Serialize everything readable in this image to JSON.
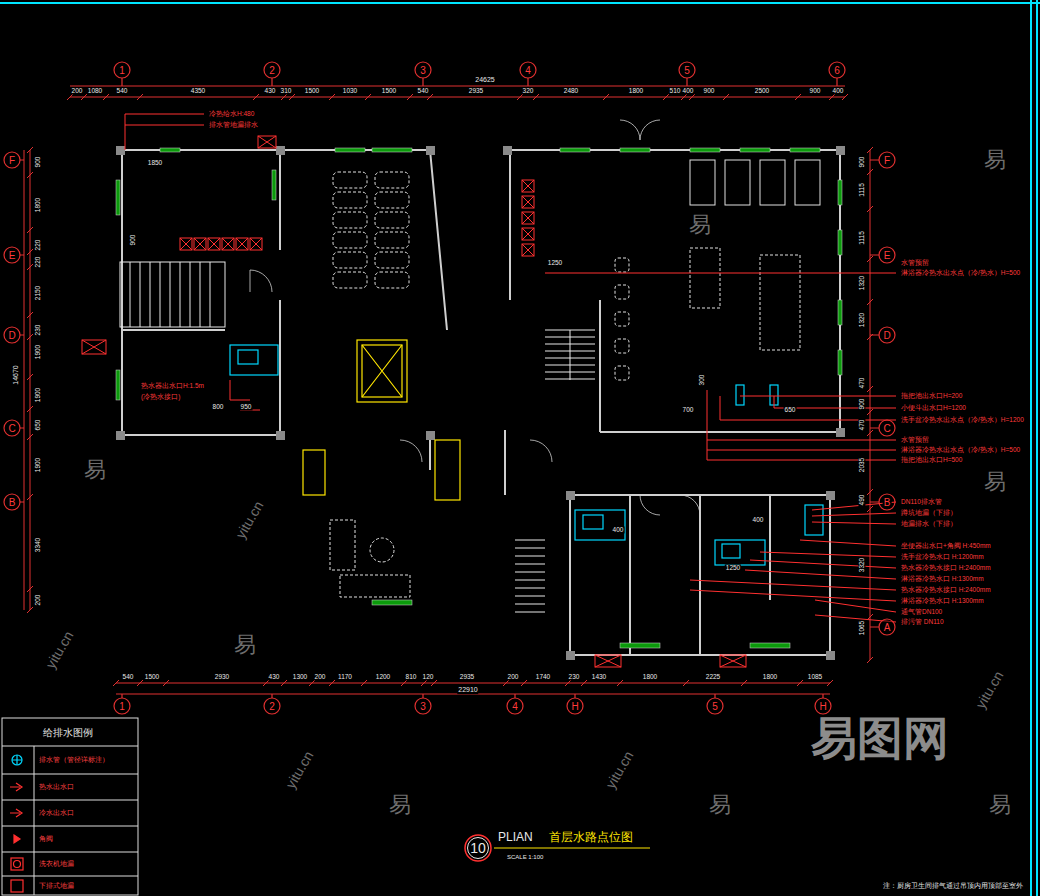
{
  "diagram": {
    "title": "首层水路点位图",
    "nodes": [
      {
        "text": [
          "10"
        ]
      }
    ],
    "labels": [
      "1",
      "2",
      "3",
      "4",
      "5",
      "6",
      "1",
      "2",
      "3",
      "4",
      "H",
      "5",
      "H",
      "F",
      "E",
      "D",
      "C",
      "B",
      "F",
      "E",
      "D",
      "C",
      "B",
      "A",
      "24625",
      "200",
      "1080",
      "540",
      "4350",
      "430",
      "310",
      "1500",
      "1030",
      "1500",
      "540",
      "2935",
      "320",
      "2480",
      "1800",
      "510",
      "400",
      "900",
      "2500",
      "900",
      "400",
      "22910",
      "540",
      "1500",
      "2930",
      "430",
      "1300",
      "200",
      "1170",
      "1200",
      "810",
      "120",
      "2935",
      "200",
      "1740",
      "230",
      "1430",
      "1800",
      "2225",
      "1800",
      "1085",
      "14670",
      "900",
      "1800",
      "220",
      "220",
      "2150",
      "230",
      "1900",
      "1900",
      "650",
      "1900",
      "3340",
      "200",
      "900",
      "1115",
      "1115",
      "1320",
      "1320",
      "470",
      "900",
      "470",
      "2035",
      "490",
      "3320",
      "1065",
      "1850",
      "900",
      "800",
      "950",
      "1250",
      "300",
      "650",
      "700",
      "400",
      "1250",
      "400",
      "冷热给水H:480",
      "排水管地漏排水",
      "热水器出水口H:1.5m",
      "(冷热水接口)",
      "水管预留",
      "淋浴器冷热水出水点（冷/热水）H=500",
      "拖把池出水口H=200",
      "小便斗出水口H=1200",
      "洗手盆冷热水出水点（冷/热水）H=1200",
      "水管预留",
      "淋浴器冷热水出水点（冷/热水）H=500",
      "拖把池出水口H=500",
      "DN110排水管",
      "蹲坑地漏（下排）",
      "地漏排水（下排）",
      "坐便器出水口+角阀 H:450mm",
      "洗手盆冷热水口 H:1200mm",
      "热水器冷热水接口 H:2400mm",
      "淋浴器冷热水口 H:1300mm",
      "热水器冷热水接口 H:2400mm",
      "淋浴器冷热水口 H:1300mm",
      "通气管DN100",
      "排污管 DN110",
      "给排水图例",
      "PLIAN",
      "SCALE 1:100",
      "注：厨房卫生间排气通过吊顶内用顶部至室外",
      "易",
      "易",
      "易",
      "易",
      "易",
      "易",
      "易",
      "易",
      "yitu.cn",
      "yitu.cn",
      "yitu.cn",
      "yitu.cn",
      "yitu.cn",
      "易图网"
    ],
    "legend": [
      {
        "text": "排水管（管径详标注）"
      },
      {
        "text": "热水出水口"
      },
      {
        "text": "冷水出水口"
      },
      {
        "text": "角阀"
      },
      {
        "text": "洗衣机地漏"
      },
      {
        "text": "下排式地漏"
      }
    ]
  }
}
